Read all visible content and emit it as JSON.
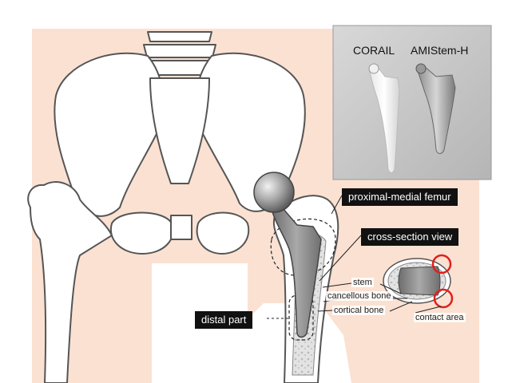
{
  "inset": {
    "stems": [
      {
        "name": "CORAIL"
      },
      {
        "name": "AMIStem-H"
      }
    ]
  },
  "labels": {
    "proximal_medial_femur": "proximal-medial femur",
    "cross_section_view": "cross-section view",
    "distal_part": "distal part",
    "stem": "stem",
    "cancellous_bone": "cancellous bone",
    "cortical_bone": "cortical bone",
    "contact_area": "contact area"
  },
  "colors": {
    "skin": "#fbe1d2",
    "bone_fill": "#ffffff",
    "bone_outline": "#555555",
    "implant": "#8c8c8c",
    "inset_bg": "#c9c9c9",
    "label_bg": "#111111",
    "contact_marker": "#e0201c"
  }
}
